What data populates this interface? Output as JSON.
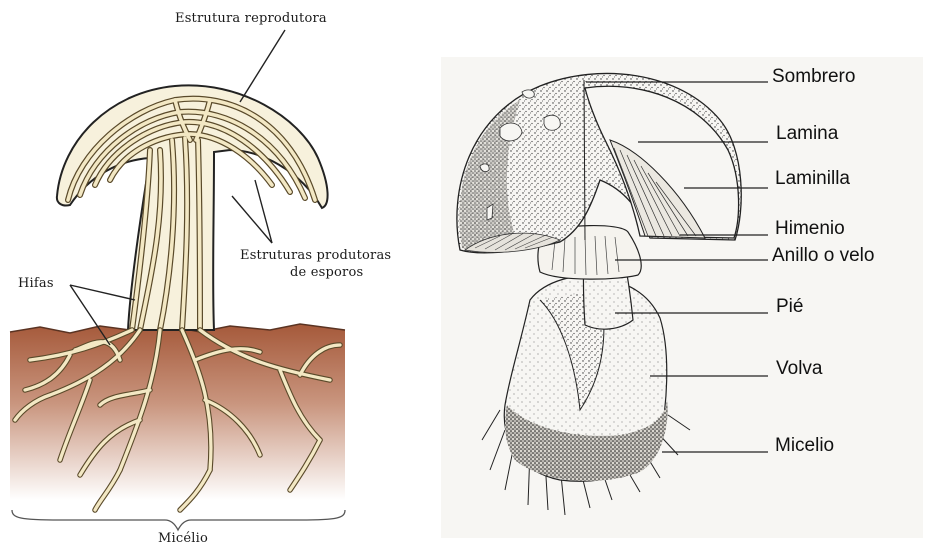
{
  "left_diagram": {
    "labels": {
      "reproductive_structure": "Estrutura reprodutora",
      "spore_structures_line1": "Estruturas produtoras",
      "spore_structures_line2": "de esporos",
      "hyphae": "Hifas",
      "mycelium": "Micélio"
    },
    "colors": {
      "hypha_fill": "#f3e8c4",
      "hypha_outline": "#5a4a2a",
      "soil_top": "#a55a3c",
      "soil_bottom": "#ffffff",
      "cap_outline": "#222222"
    }
  },
  "right_diagram": {
    "labels": {
      "cap": "Sombrero",
      "blade": "Lamina",
      "gill": "Laminilla",
      "hymenium": "Himenio",
      "ring": "Anillo o velo",
      "stem": "Pié",
      "volva": "Volva",
      "mycelium": "Micelio"
    },
    "colors": {
      "panel_bg": "#f7f6f3",
      "ink": "#1a1a1a"
    }
  }
}
